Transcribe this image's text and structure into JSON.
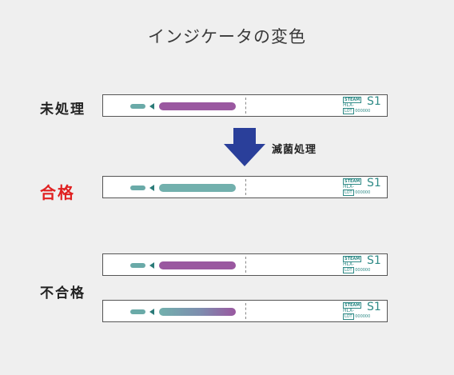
{
  "title": "インジケータの変色",
  "labels": {
    "untreated": "未処理",
    "pass": "合格",
    "fail": "不合格"
  },
  "arrow_label": "滅菌処理",
  "logo": {
    "steam": "STEAM",
    "hlx": "HLX-",
    "s1": "S1",
    "lot": "LOT",
    "lot_number": "000000"
  },
  "colors": {
    "before": "#9a58a0",
    "after": "#72b0ad",
    "pass_label": "#e02020",
    "arrow": "#2a3f9a"
  }
}
